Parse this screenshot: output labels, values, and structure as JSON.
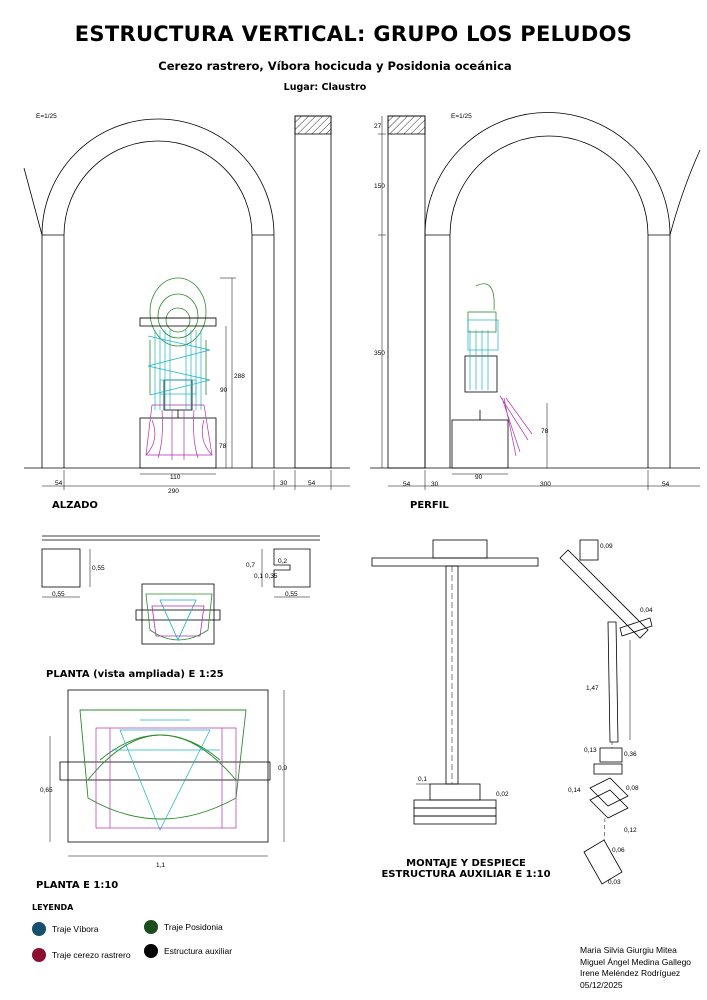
{
  "header": {
    "title": "ESTRUCTURA VERTICAL: GRUPO LOS PELUDOS",
    "subtitle": "Cerezo rastrero, Víbora hocicuda y Posidonia oceánica",
    "place": "Lugar: Claustro"
  },
  "views": {
    "alzado": {
      "label": "ALZADO",
      "scale": "E=1/25"
    },
    "perfil": {
      "label": "PERFIL",
      "scale": "E=1/25"
    },
    "planta_ampliada": {
      "label": "PLANTA (vista ampliada) E 1:25"
    },
    "planta": {
      "label": "PLANTA E 1:10"
    },
    "montaje": {
      "label_line1": "MONTAJE Y DESPIECE",
      "label_line2": "ESTRUCTURA AUXILIAR  E 1:10"
    }
  },
  "dimensions": {
    "alzado": {
      "d54a": "54",
      "d290": "290",
      "d30": "30",
      "d54b": "54",
      "d110": "110",
      "d90": "90",
      "d288": "288",
      "d78": "78"
    },
    "perfil": {
      "d27": "27",
      "d150": "150",
      "d350": "350",
      "d78": "78",
      "d90": "90",
      "d54a": "54",
      "d30": "30",
      "d300": "300",
      "d54b": "54"
    },
    "planta_ampliada": {
      "d055a": "0,55",
      "d055b": "0,55",
      "d055c": "0,55",
      "d07": "0,7",
      "d035": "0,1 0,35",
      "d02": "0,2"
    },
    "planta": {
      "d065": "0,65",
      "d09": "0,9",
      "d11": "1,1"
    },
    "montaje": {
      "d01": "0,1",
      "d002": "0,02",
      "d009": "0,09",
      "d147": "1,47",
      "d004": "0,04",
      "d013": "0,13",
      "d012": "0,12",
      "d008": "0,08",
      "d014": "0,14",
      "d036": "0,36",
      "d006": "0,06",
      "d003": "0,03"
    }
  },
  "legend": {
    "title": "LEYENDA",
    "items": [
      {
        "label": "Traje Víbora",
        "color": "#16506e"
      },
      {
        "label": "Traje Posidonia",
        "color": "#1a4d1a"
      },
      {
        "label": "Traje cerezo rastrero",
        "color": "#8b1030"
      },
      {
        "label": "Estructura auxiliar",
        "color": "#000000"
      }
    ]
  },
  "authors": [
    "Maria Silvia Giurgiu Mitea",
    "Miguel Ángel Medina Gallego",
    "Irene Meléndez Rodríguez",
    "05/12/2025"
  ],
  "colors": {
    "cyan": "#18b4c4",
    "green": "#2a8c2a",
    "magenta": "#b030b0",
    "line": "#000000"
  }
}
